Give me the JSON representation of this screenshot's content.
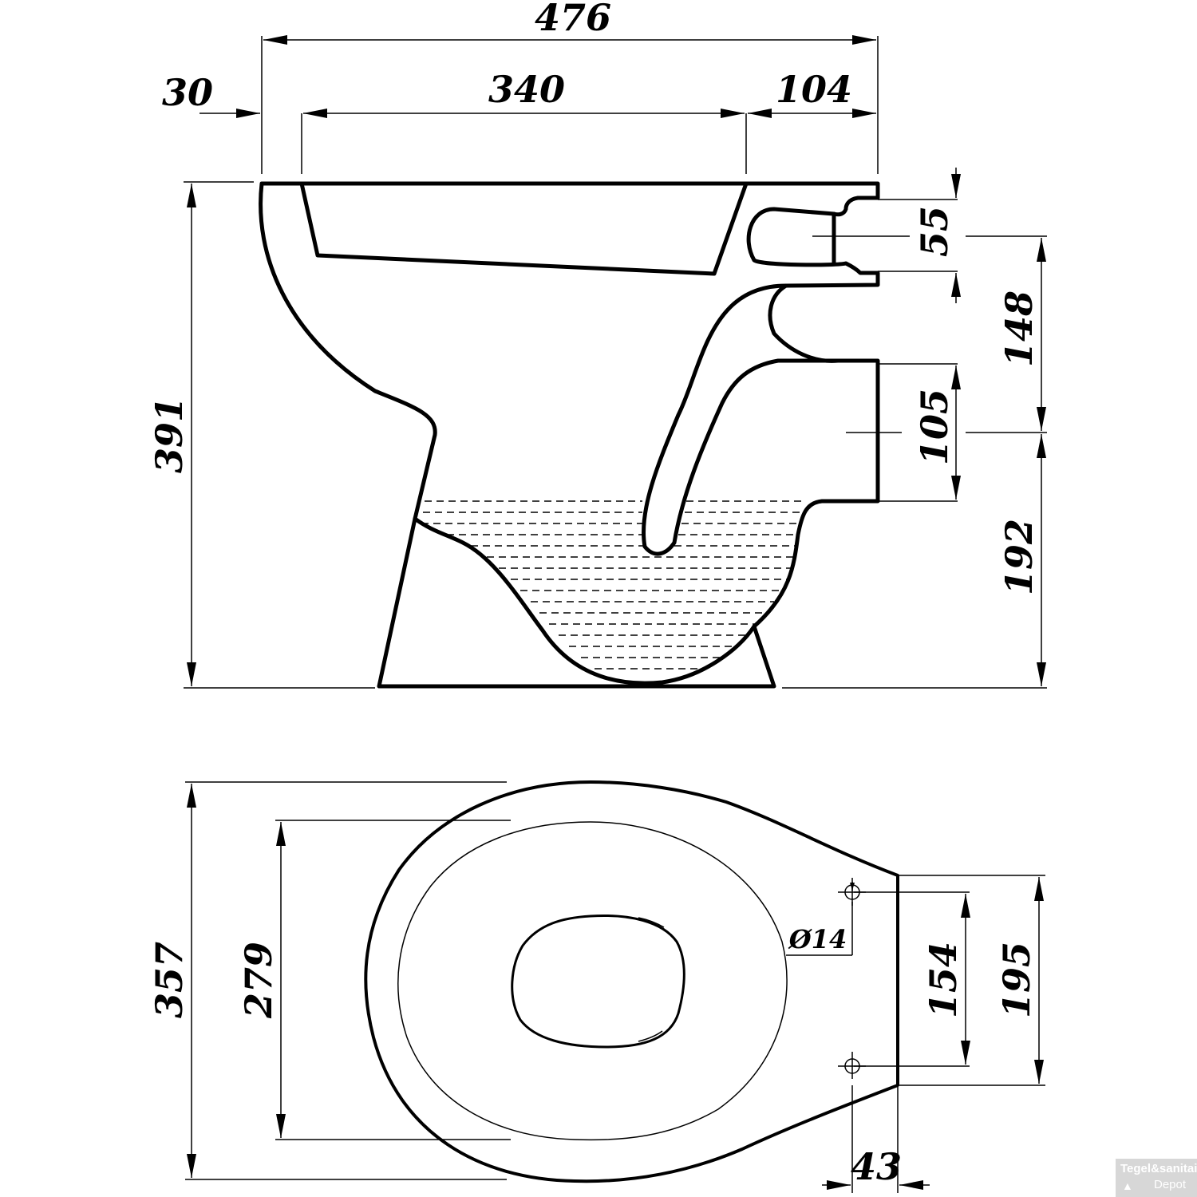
{
  "side_view": {
    "width_total": "476",
    "offset_left": "30",
    "bowl_length": "340",
    "rear_depth": "104",
    "height_total": "391",
    "inlet_height": "55",
    "inlet_to_outlet": "148",
    "outlet_height": "105",
    "outlet_center_height": "192"
  },
  "top_view": {
    "depth_total": "357",
    "inner_depth": "279",
    "hole_diameter": "Ø14",
    "hole_spacing": "154",
    "rear_width": "195",
    "hole_offset": "43"
  },
  "watermark": {
    "line1": "Tegel&sanitair",
    "line2": "Depot",
    "icon": "drop-icon"
  }
}
